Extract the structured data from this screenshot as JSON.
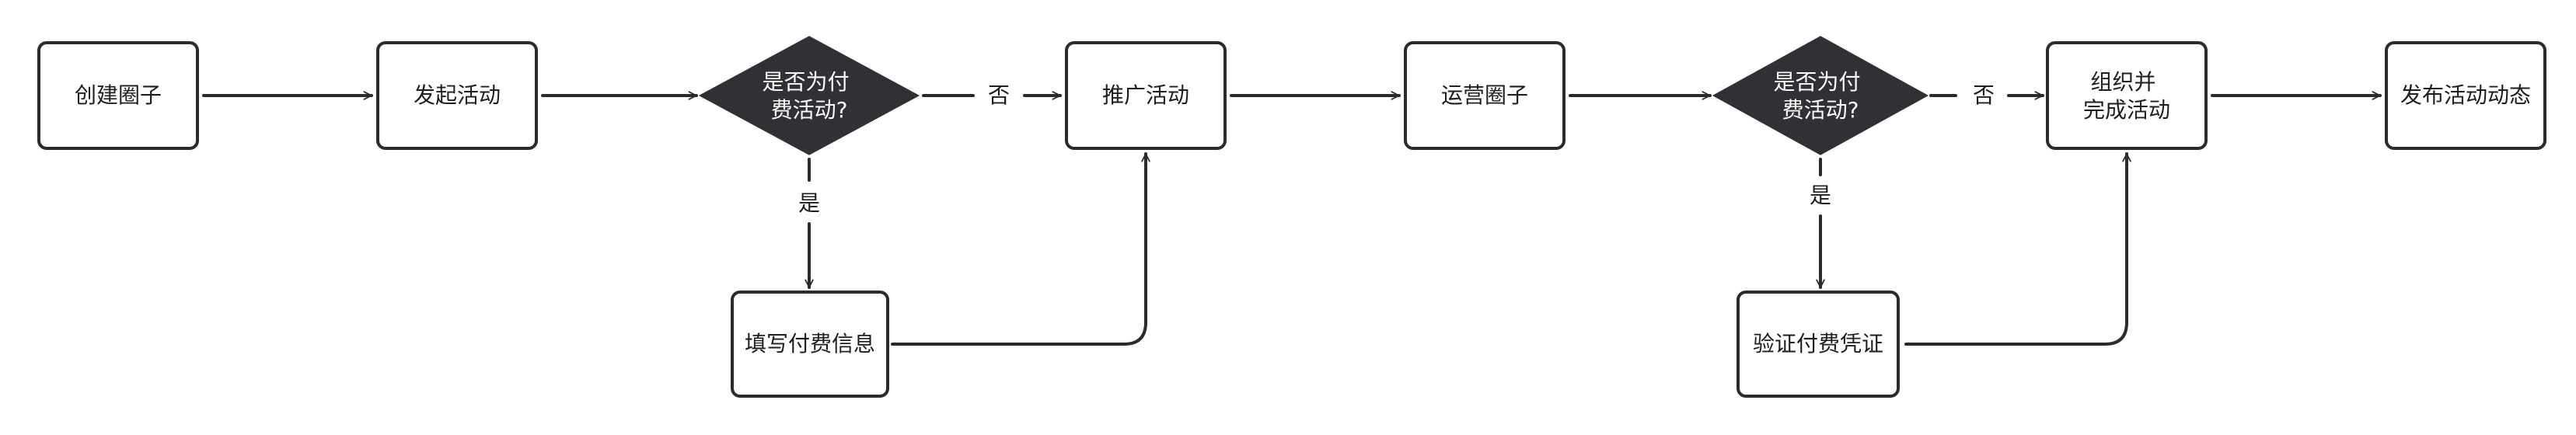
{
  "diagram": {
    "nodes": {
      "create_circle": {
        "label": "创建圈子"
      },
      "launch_activity": {
        "label": "发起活动"
      },
      "is_paid_1": {
        "lines": [
          "是否为付",
          "费活动?"
        ]
      },
      "promote_activity": {
        "label": "推广活动"
      },
      "fill_payment_info": {
        "label": "填写付费信息"
      },
      "operate_circle": {
        "label": "运营圈子"
      },
      "is_paid_2": {
        "lines": [
          "是否为付",
          "费活动?"
        ]
      },
      "organize_complete": {
        "lines": [
          "组织并",
          "完成活动"
        ]
      },
      "verify_payment_proof": {
        "label": "验证付费凭证"
      },
      "publish_activity_updates": {
        "label": "发布活动动态"
      }
    },
    "edge_labels": {
      "no_1": "否",
      "yes_1": "是",
      "no_2": "否",
      "yes_2": "是"
    }
  },
  "colors": {
    "decision_fill": "#2f3134",
    "stroke": "#2b2b2b",
    "text": "#1e1e1e",
    "decision_text": "#ffffff",
    "background": "#ffffff"
  }
}
